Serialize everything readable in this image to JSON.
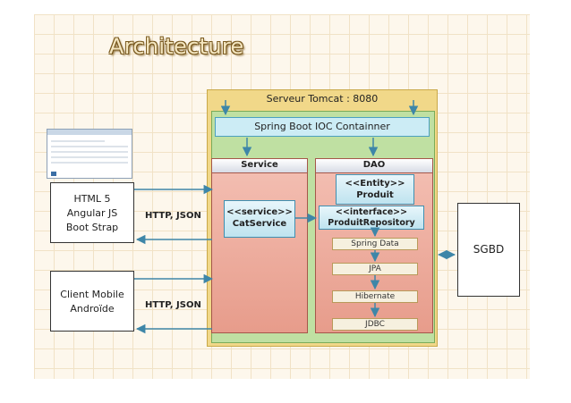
{
  "title": "Architecture",
  "tomcat_label": "Serveur Tomcat : 8080",
  "ioc_label": "Spring Boot IOC Containner",
  "service": {
    "header": "Service",
    "line1": "<<service>>",
    "line2": "CatService"
  },
  "dao": {
    "header": "DAO",
    "entity_line1": "<<Entity>>",
    "entity_line2": "Produit",
    "repo_line1": "<<interface>>",
    "repo_line2": "ProduitRepository",
    "stack": [
      "Spring Data",
      "JPA",
      "Hibernate",
      "JDBC"
    ]
  },
  "clients": {
    "web": [
      "HTML 5",
      "Angular JS",
      "Boot Strap"
    ],
    "mobile": [
      "Client Mobile",
      "Androïde"
    ]
  },
  "protocol_web": "HTTP, JSON",
  "protocol_mobile": "HTTP, JSON",
  "database": "SGBD",
  "colors": {
    "arrow": "#3e86a8",
    "tomcat": "#f1d889",
    "container": "#bfe0a2",
    "panel": "#e79c8b"
  }
}
